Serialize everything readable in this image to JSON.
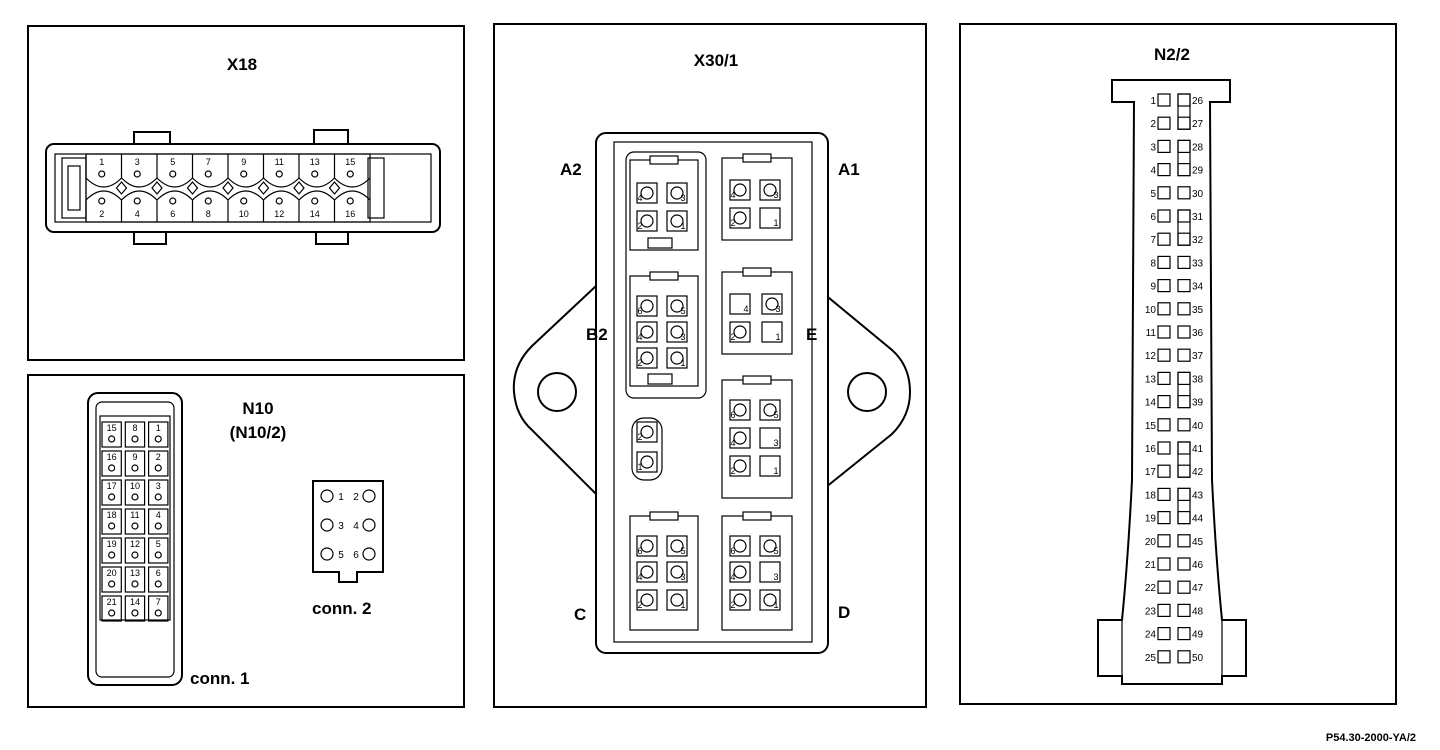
{
  "x18": {
    "title": "X18",
    "top_pins": [
      "1",
      "3",
      "5",
      "7",
      "9",
      "11",
      "13",
      "15"
    ],
    "bottom_pins": [
      "2",
      "4",
      "6",
      "8",
      "10",
      "12",
      "14",
      "16"
    ]
  },
  "n10": {
    "title": "N10",
    "subtitle": "(N10/2)",
    "conn1_label": "conn. 1",
    "conn2_label": "conn. 2",
    "conn1_rows": [
      [
        "15",
        "8",
        "1"
      ],
      [
        "16",
        "9",
        "2"
      ],
      [
        "17",
        "10",
        "3"
      ],
      [
        "18",
        "11",
        "4"
      ],
      [
        "19",
        "12",
        "5"
      ],
      [
        "20",
        "13",
        "6"
      ],
      [
        "21",
        "14",
        "7"
      ]
    ],
    "conn2_rows": [
      [
        "1",
        "2"
      ],
      [
        "3",
        "4"
      ],
      [
        "5",
        "6"
      ]
    ]
  },
  "x30": {
    "title": "X30/1",
    "labels": {
      "a2": "A2",
      "a1": "A1",
      "b2": "B2",
      "e": "E",
      "c": "C",
      "d": "D"
    }
  },
  "n22": {
    "title": "N2/2",
    "left_pins": [
      "1",
      "2",
      "3",
      "4",
      "5",
      "6",
      "7",
      "8",
      "9",
      "10",
      "11",
      "12",
      "13",
      "14",
      "15",
      "16",
      "17",
      "18",
      "19",
      "20",
      "21",
      "22",
      "23",
      "24",
      "25"
    ],
    "right_pins": [
      "26",
      "27",
      "28",
      "29",
      "30",
      "31",
      "32",
      "33",
      "34",
      "35",
      "36",
      "37",
      "38",
      "39",
      "40",
      "41",
      "42",
      "43",
      "44",
      "45",
      "46",
      "47",
      "48",
      "49",
      "50"
    ]
  },
  "reference": "P54.30-2000-YA/2"
}
